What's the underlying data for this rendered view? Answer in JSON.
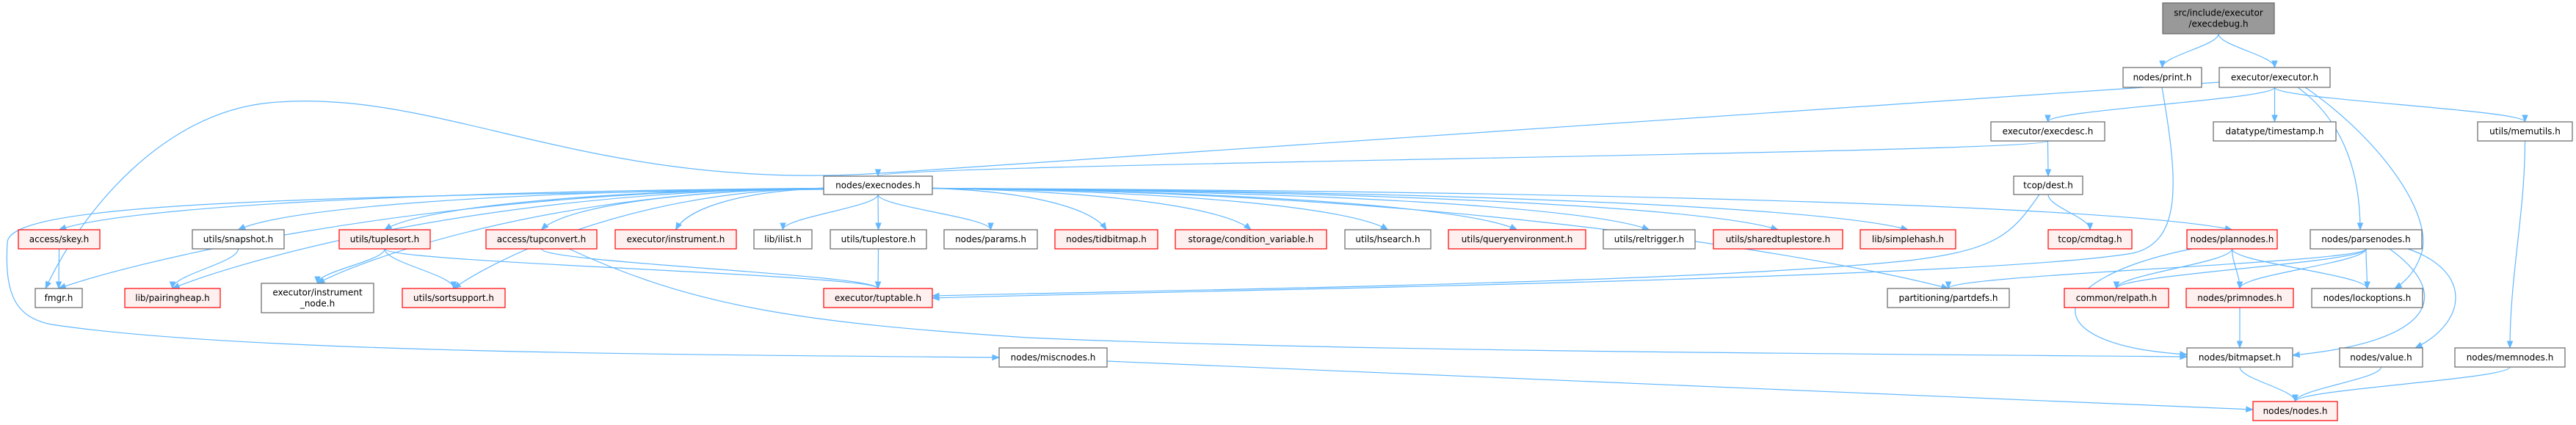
{
  "graph": {
    "colors": {
      "edge": "#63b8ff",
      "root_fill": "#999999",
      "root_border": "#666666",
      "normal_fill": "#ffffff",
      "normal_border": "#666666",
      "red_fill": "#fff0f0",
      "red_border": "#ff0000"
    },
    "nodes": [
      {
        "lines": [
          "src/include/executor",
          "/execdebug.h"
        ],
        "root": true
      },
      {
        "lines": [
          "nodes/print.h"
        ]
      },
      {
        "lines": [
          "executor/executor.h"
        ]
      },
      {
        "lines": [
          "executor/execdesc.h"
        ]
      },
      {
        "lines": [
          "datatype/timestamp.h"
        ]
      },
      {
        "lines": [
          "utils/memutils.h"
        ]
      },
      {
        "lines": [
          "nodes/execnodes.h"
        ]
      },
      {
        "lines": [
          "tcop/dest.h"
        ]
      },
      {
        "lines": [
          "access/skey.h"
        ],
        "red": true
      },
      {
        "lines": [
          "utils/snapshot.h"
        ]
      },
      {
        "lines": [
          "utils/tuplesort.h"
        ],
        "red": true
      },
      {
        "lines": [
          "access/tupconvert.h"
        ],
        "red": true
      },
      {
        "lines": [
          "executor/instrument.h"
        ],
        "red": true
      },
      {
        "lines": [
          "lib/ilist.h"
        ]
      },
      {
        "lines": [
          "utils/tuplestore.h"
        ]
      },
      {
        "lines": [
          "nodes/params.h"
        ]
      },
      {
        "lines": [
          "nodes/tidbitmap.h"
        ],
        "red": true
      },
      {
        "lines": [
          "storage/condition_variable.h"
        ],
        "red": true
      },
      {
        "lines": [
          "utils/hsearch.h"
        ]
      },
      {
        "lines": [
          "utils/queryenvironment.h"
        ],
        "red": true
      },
      {
        "lines": [
          "utils/reltrigger.h"
        ]
      },
      {
        "lines": [
          "utils/sharedtuplestore.h"
        ],
        "red": true
      },
      {
        "lines": [
          "lib/simplehash.h"
        ],
        "red": true
      },
      {
        "lines": [
          "tcop/cmdtag.h"
        ],
        "red": true
      },
      {
        "lines": [
          "nodes/plannodes.h"
        ],
        "red": true
      },
      {
        "lines": [
          "nodes/parsenodes.h"
        ]
      },
      {
        "lines": [
          "fmgr.h"
        ]
      },
      {
        "lines": [
          "lib/pairingheap.h"
        ],
        "red": true
      },
      {
        "lines": [
          "executor/instrument",
          "_node.h"
        ]
      },
      {
        "lines": [
          "utils/sortsupport.h"
        ],
        "red": true
      },
      {
        "lines": [
          "executor/tuptable.h"
        ],
        "red": true
      },
      {
        "lines": [
          "partitioning/partdefs.h"
        ]
      },
      {
        "lines": [
          "common/relpath.h"
        ],
        "red": true
      },
      {
        "lines": [
          "nodes/primnodes.h"
        ],
        "red": true
      },
      {
        "lines": [
          "nodes/lockoptions.h"
        ]
      },
      {
        "lines": [
          "nodes/miscnodes.h"
        ]
      },
      {
        "lines": [
          "nodes/bitmapset.h"
        ]
      },
      {
        "lines": [
          "nodes/value.h"
        ]
      },
      {
        "lines": [
          "nodes/memnodes.h"
        ]
      },
      {
        "lines": [
          "nodes/nodes.h"
        ],
        "red": true
      }
    ],
    "edges": [
      [
        0,
        1
      ],
      [
        0,
        2
      ],
      [
        2,
        3
      ],
      [
        2,
        4
      ],
      [
        2,
        5
      ],
      [
        2,
        25
      ],
      [
        2,
        34
      ],
      [
        2,
        26
      ],
      [
        3,
        6
      ],
      [
        3,
        7
      ],
      [
        7,
        23
      ],
      [
        7,
        30
      ],
      [
        1,
        30
      ],
      [
        6,
        8
      ],
      [
        6,
        9
      ],
      [
        6,
        10
      ],
      [
        6,
        11
      ],
      [
        6,
        12
      ],
      [
        6,
        13
      ],
      [
        6,
        14
      ],
      [
        6,
        15
      ],
      [
        6,
        16
      ],
      [
        6,
        17
      ],
      [
        6,
        18
      ],
      [
        6,
        19
      ],
      [
        6,
        20
      ],
      [
        6,
        21
      ],
      [
        6,
        22
      ],
      [
        6,
        24
      ],
      [
        6,
        31
      ],
      [
        6,
        26
      ],
      [
        6,
        27
      ],
      [
        6,
        28
      ],
      [
        6,
        29
      ],
      [
        6,
        35
      ],
      [
        8,
        26
      ],
      [
        9,
        27
      ],
      [
        10,
        28
      ],
      [
        10,
        29
      ],
      [
        10,
        30
      ],
      [
        11,
        30
      ],
      [
        11,
        36
      ],
      [
        14,
        30
      ],
      [
        24,
        32
      ],
      [
        24,
        33
      ],
      [
        24,
        34
      ],
      [
        24,
        36
      ],
      [
        25,
        31
      ],
      [
        25,
        32
      ],
      [
        25,
        33
      ],
      [
        25,
        34
      ],
      [
        25,
        36
      ],
      [
        25,
        37
      ],
      [
        33,
        36
      ],
      [
        36,
        39
      ],
      [
        37,
        39
      ],
      [
        38,
        39
      ],
      [
        5,
        38
      ],
      [
        35,
        39
      ]
    ]
  }
}
